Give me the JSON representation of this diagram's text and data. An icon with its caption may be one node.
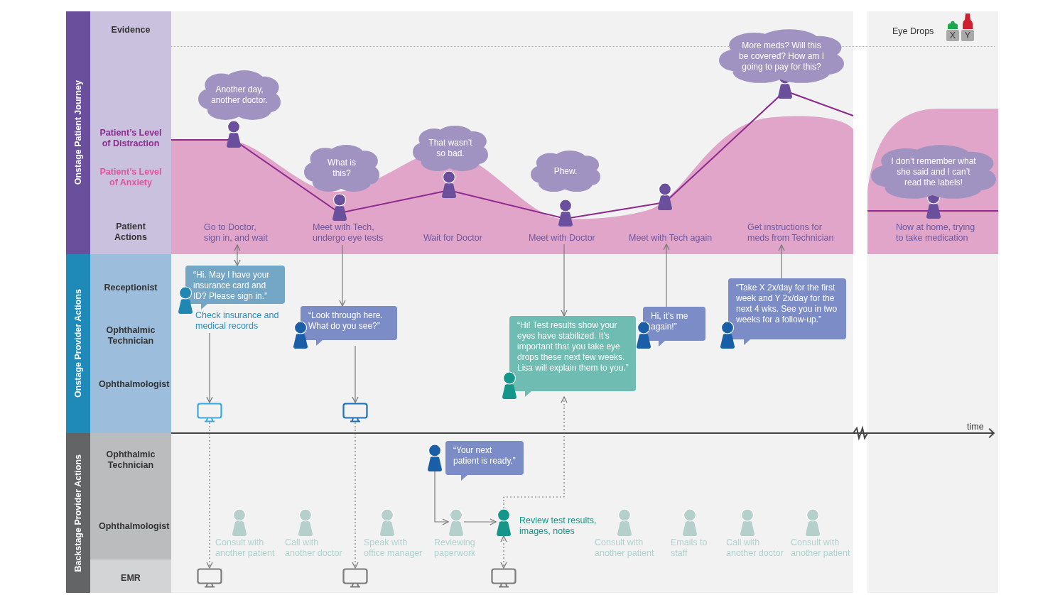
{
  "diagram": {
    "nodes": [
      {
        "text": [
          "Onstage Patient Journey"
        ]
      },
      {
        "text": [
          "Evidence",
          "Patient’s Level of Distraction",
          "Patient’s Level of Anxiety",
          "Patient Actions"
        ]
      },
      {
        "text": [
          "Onstage Provider Actions"
        ]
      },
      {
        "text": [
          "Receptionist",
          "Ophthalmic Technician",
          "Ophthalmologist"
        ]
      },
      {
        "text": [
          "Backstage Provider Actions"
        ]
      },
      {
        "text": [
          "Ophthalmic Technician",
          "Ophthalmologist"
        ]
      },
      {
        "text": [
          "EMR"
        ]
      },
      {
        "text": [
          "Another day, another doctor."
        ]
      },
      {
        "text": [
          "What is this?"
        ]
      },
      {
        "text": [
          "That wasn’t so bad."
        ]
      },
      {
        "text": [
          "Phew."
        ]
      },
      {
        "text": [
          "More meds? Will this be covered? How am I going to pay for this?"
        ]
      },
      {
        "text": [
          "I don’t remember what she said and I can’t read the labels!"
        ]
      },
      {
        "text": [
          "Go to Doctor, sign in, and wait"
        ]
      },
      {
        "text": [
          "Meet with Tech, undergo eye tests"
        ]
      },
      {
        "text": [
          "Meet with Doctor"
        ]
      },
      {
        "text": [
          "Meet with Tech again"
        ]
      },
      {
        "text": [
          "Get instructions for meds from Technician"
        ]
      },
      {
        "text": [
          "“Hi. May I have your insurance card and ID? Please sign in.”"
        ]
      },
      {
        "text": [
          "Check insurance and medical records"
        ]
      },
      {
        "text": [
          "“Look through here. What do you see?”"
        ]
      },
      {
        "text": [
          "“Hi! Test results show your eyes have stabilized. It’s important that you take eye drops these next few weeks. Lisa will explain them to you.”"
        ]
      },
      {
        "text": [
          "Hi, it’s me again!”"
        ]
      },
      {
        "text": [
          "“Take X 2x/day for the first week and Y 2x/day for the next 4 wks. See you in two weeks for a follow-up.”"
        ]
      },
      {
        "text": [],
        "shape": "monitor"
      },
      {
        "text": [],
        "shape": "monitor"
      },
      {
        "text": [],
        "shape": "person"
      },
      {
        "text": [
          "“Your next patient is ready.”"
        ]
      },
      {
        "text": [],
        "shape": "person",
        "beside": [
          "Consult with another patient"
        ]
      },
      {
        "text": [],
        "shape": "person",
        "beside": [
          "Call with another doctor"
        ]
      },
      {
        "text": [],
        "shape": "person",
        "beside": [
          "Speak with office manager"
        ]
      },
      {
        "text": [],
        "shape": "person",
        "beside": [
          "Reviewing paperwork"
        ]
      },
      {
        "text": [],
        "shape": "person",
        "beside": [
          "Review test results, images, notes"
        ]
      },
      {
        "text": [],
        "shape": "person",
        "beside": [
          "Consult with another patient"
        ]
      },
      {
        "text": [],
        "shape": "person",
        "beside": [
          "Emails to staff"
        ]
      },
      {
        "text": [],
        "shape": "person",
        "beside": [
          "Call with another doctor"
        ]
      },
      {
        "text": [],
        "shape": "person",
        "beside": [
          "Consult with another patient"
        ]
      },
      {
        "text": [],
        "shape": "monitor"
      },
      {
        "text": [],
        "shape": "monitor"
      },
      {
        "text": [],
        "shape": "monitor"
      },
      {
        "text": [],
        "shape": "arrow"
      }
    ],
    "edges": [
      {
        "from": 13,
        "to": 18,
        "arrow": "both"
      },
      {
        "from": 14,
        "to": 20,
        "arrow": "to"
      },
      {
        "from": 15,
        "to": 21,
        "arrow": "to"
      },
      {
        "from": 22,
        "to": 16,
        "arrow": "to"
      },
      {
        "from": 23,
        "to": 17,
        "arrow": "to"
      },
      {
        "from": 19,
        "to": 24,
        "arrow": "to"
      },
      {
        "from": 20,
        "to": 25,
        "arrow": "to"
      },
      {
        "from": 24,
        "to": 37,
        "arrow": "to",
        "style": "dashed"
      },
      {
        "from": 25,
        "to": 38,
        "arrow": "to",
        "style": "dashed"
      },
      {
        "from": 26,
        "to": 31,
        "arrow": "to"
      },
      {
        "from": 31,
        "to": 32,
        "arrow": "to"
      },
      {
        "from": 32,
        "to": 39,
        "arrow": "both",
        "style": "dashed"
      },
      {
        "from": 32,
        "to": 21,
        "arrow": "to",
        "style": "dashed"
      }
    ],
    "labels": [
      "Eye Drops",
      "X",
      "Y",
      "Wait for Doctor",
      "Now at home, trying to take medication",
      "time"
    ]
  }
}
